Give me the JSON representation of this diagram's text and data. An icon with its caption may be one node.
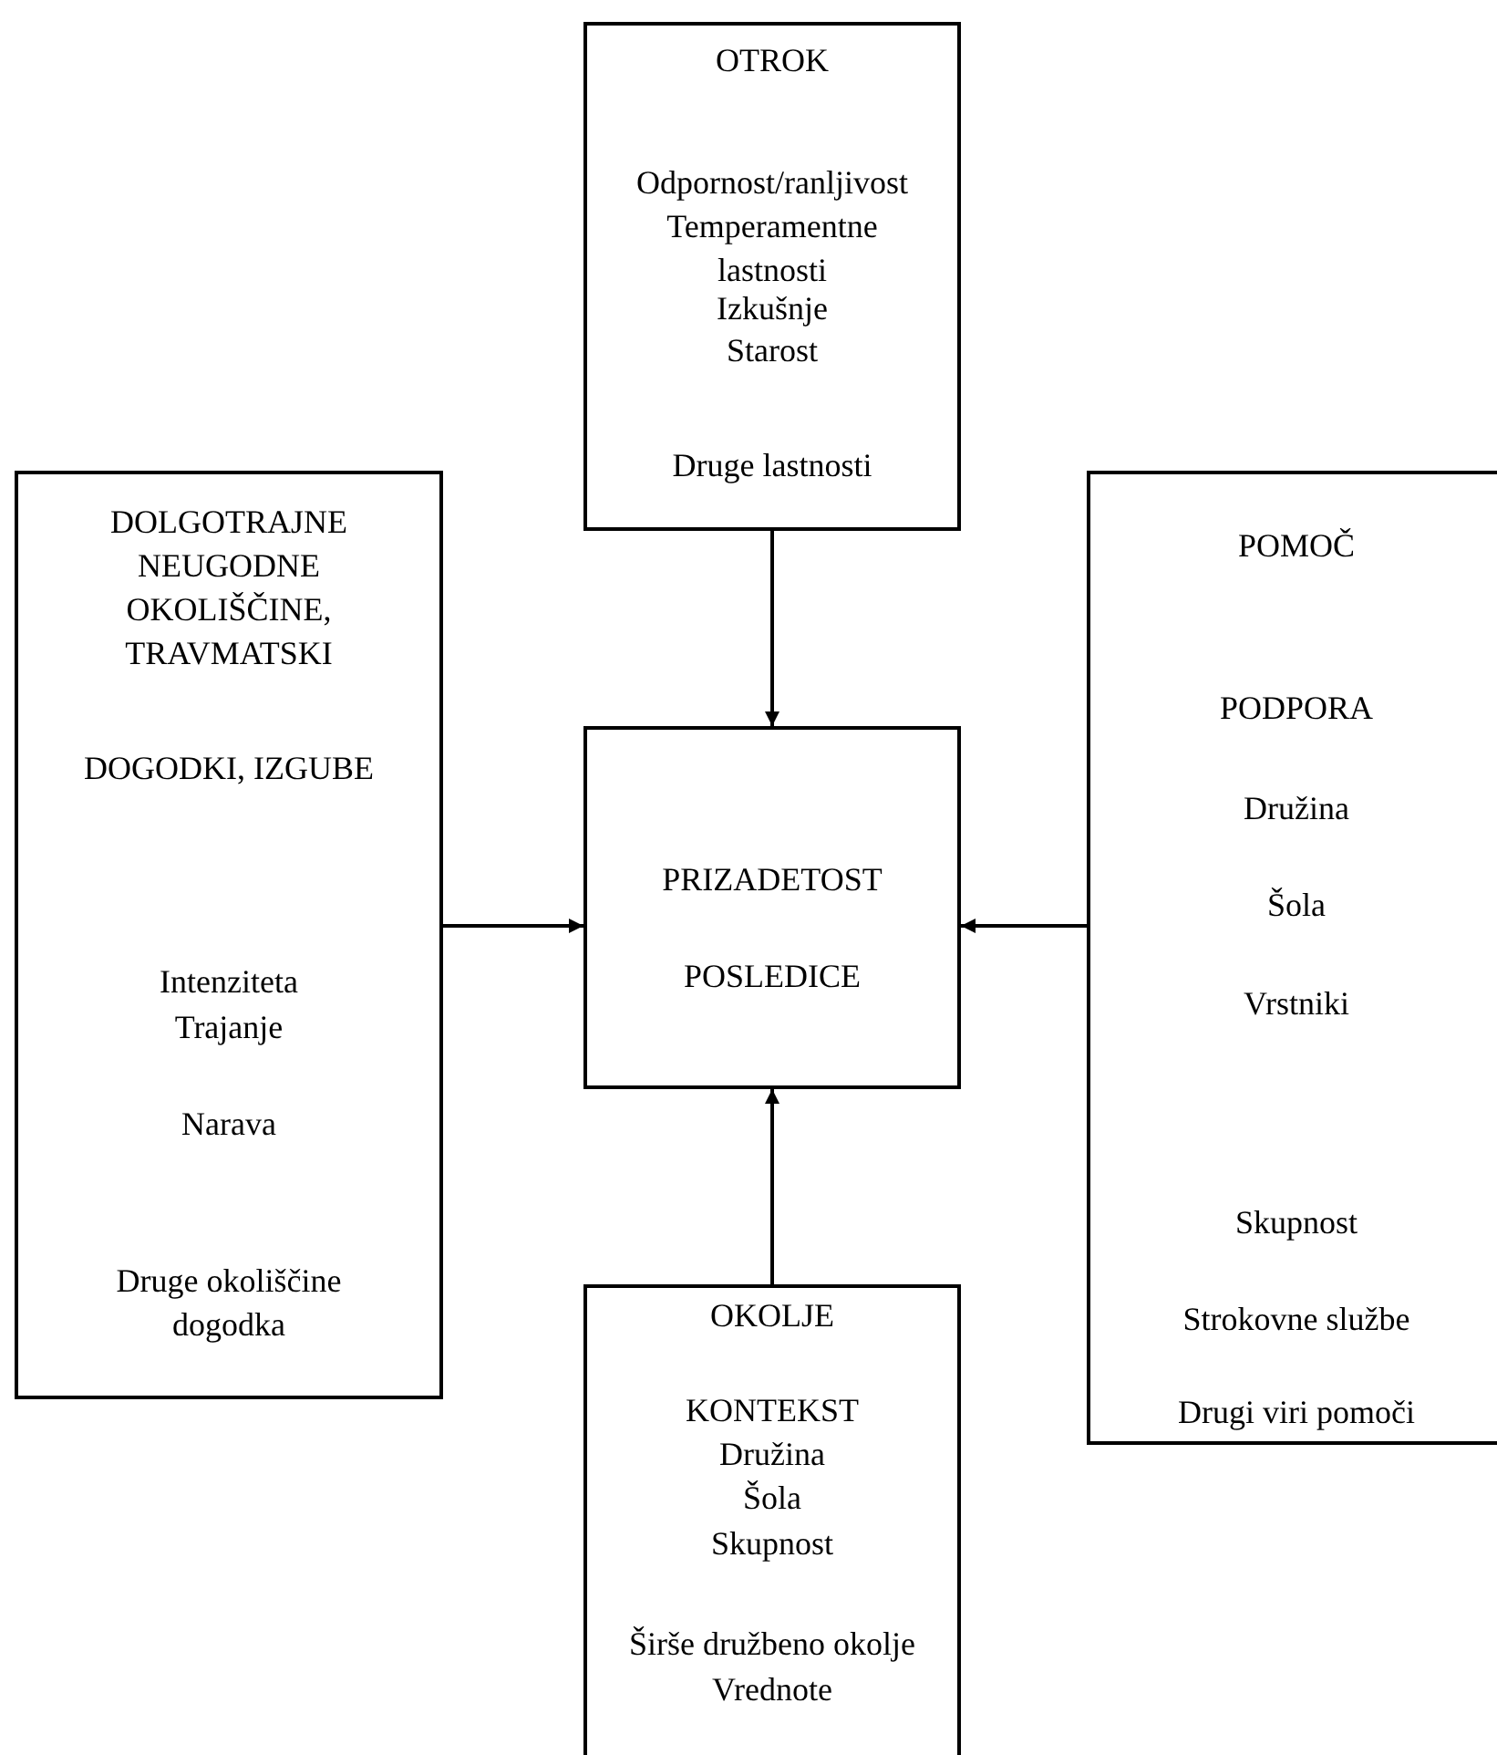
{
  "diagram": {
    "nodes": [
      {
        "text": [
          "OTROK",
          "Odpornost/ranljivost",
          "Temperamentne lastnosti",
          "Izkušnje",
          "Starost",
          "Druge lastnosti"
        ]
      },
      {
        "text": [
          "DOLGOTRAJNE NEUGODNE OKOLIŠČINE, TRAVMATSKI",
          "DOGODKI, IZGUBE",
          "Intenziteta",
          "Trajanje",
          "Narava",
          "Druge okoliščine dogodka"
        ]
      },
      {
        "text": [
          "PRIZADETOST",
          "POSLEDICE"
        ]
      },
      {
        "text": [
          "POMOČ",
          "PODPORA",
          "Družina",
          "Šola",
          "Vrstniki",
          "Skupnost",
          "Strokovne službe",
          "Drugi viri pomoči"
        ]
      },
      {
        "text": [
          "OKOLJE",
          "KONTEKST",
          "Družina",
          "Šola",
          "Skupnost",
          "Širše družbeno okolje",
          "Vrednote"
        ]
      }
    ],
    "edges": [
      {
        "from": 0,
        "to": 2,
        "arrow": "to"
      },
      {
        "from": 1,
        "to": 2,
        "arrow": "to"
      },
      {
        "from": 3,
        "to": 2,
        "arrow": "to"
      },
      {
        "from": 4,
        "to": 2,
        "arrow": "to"
      }
    ]
  }
}
